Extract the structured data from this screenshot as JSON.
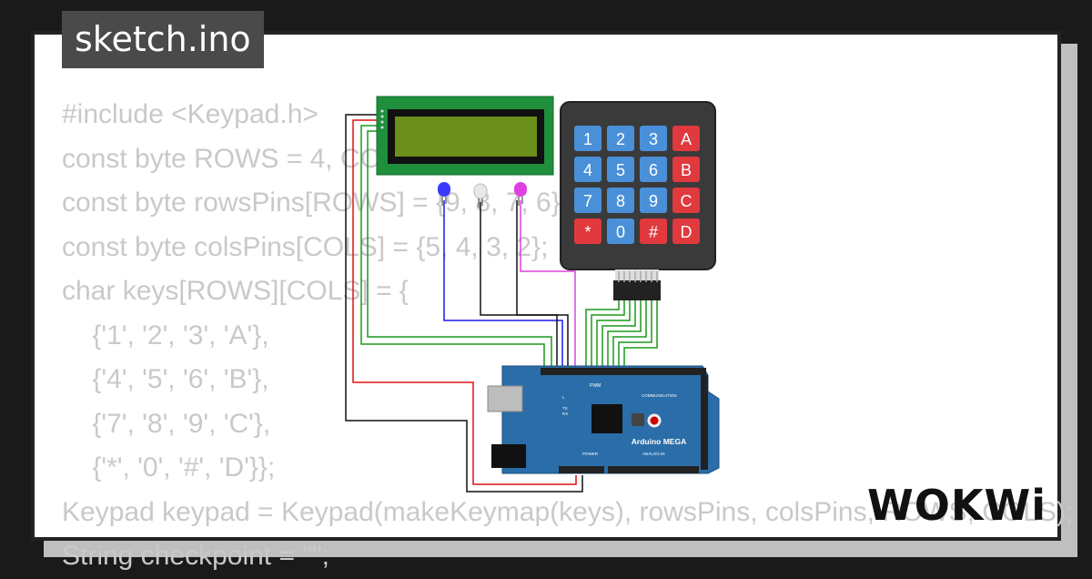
{
  "tab": {
    "filename": "sketch.ino"
  },
  "code_lines": [
    "#include <Keypad.h>",
    "const byte ROWS = 4, COLS = 4;",
    "const byte rowsPins[ROWS] = {9, 8, 7, 6};",
    "const byte colsPins[COLS] = {5, 4, 3, 2};",
    "char keys[ROWS][COLS] = {",
    "    {'1', '2', '3', 'A'},",
    "    {'4', '5', '6', 'B'},",
    "    {'7', '8', '9', 'C'},",
    "    {'*', '0', '#', 'D'}};",
    "Keypad keypad = Keypad(makeKeymap(keys), rowsPins, colsPins, ROWS, COLS);",
    "String checkpoint = \"\";"
  ],
  "keypad": {
    "rows": [
      [
        "1",
        "2",
        "3",
        "A"
      ],
      [
        "4",
        "5",
        "6",
        "B"
      ],
      [
        "7",
        "8",
        "9",
        "C"
      ],
      [
        "*",
        "0",
        "#",
        "D"
      ]
    ],
    "number_key_color": "#4a90d9",
    "special_key_color": "#e0393e"
  },
  "board": {
    "name": "Arduino MEGA",
    "labels": {
      "pwm": "PWM",
      "communication": "COMMUNICATION",
      "power": "POWER",
      "analog_in": "ANALOG IN",
      "l": "L",
      "tx": "TX",
      "rx": "RX"
    },
    "color": "#2b6da8"
  },
  "leds": {
    "colors": [
      "#3a3aff",
      "#e8e8e8",
      "#e040e0"
    ]
  },
  "lcd": {
    "pcb_color": "#1f8f3c",
    "screen_color": "#6b8f1a"
  },
  "brand": {
    "logo": "WOKWi"
  }
}
